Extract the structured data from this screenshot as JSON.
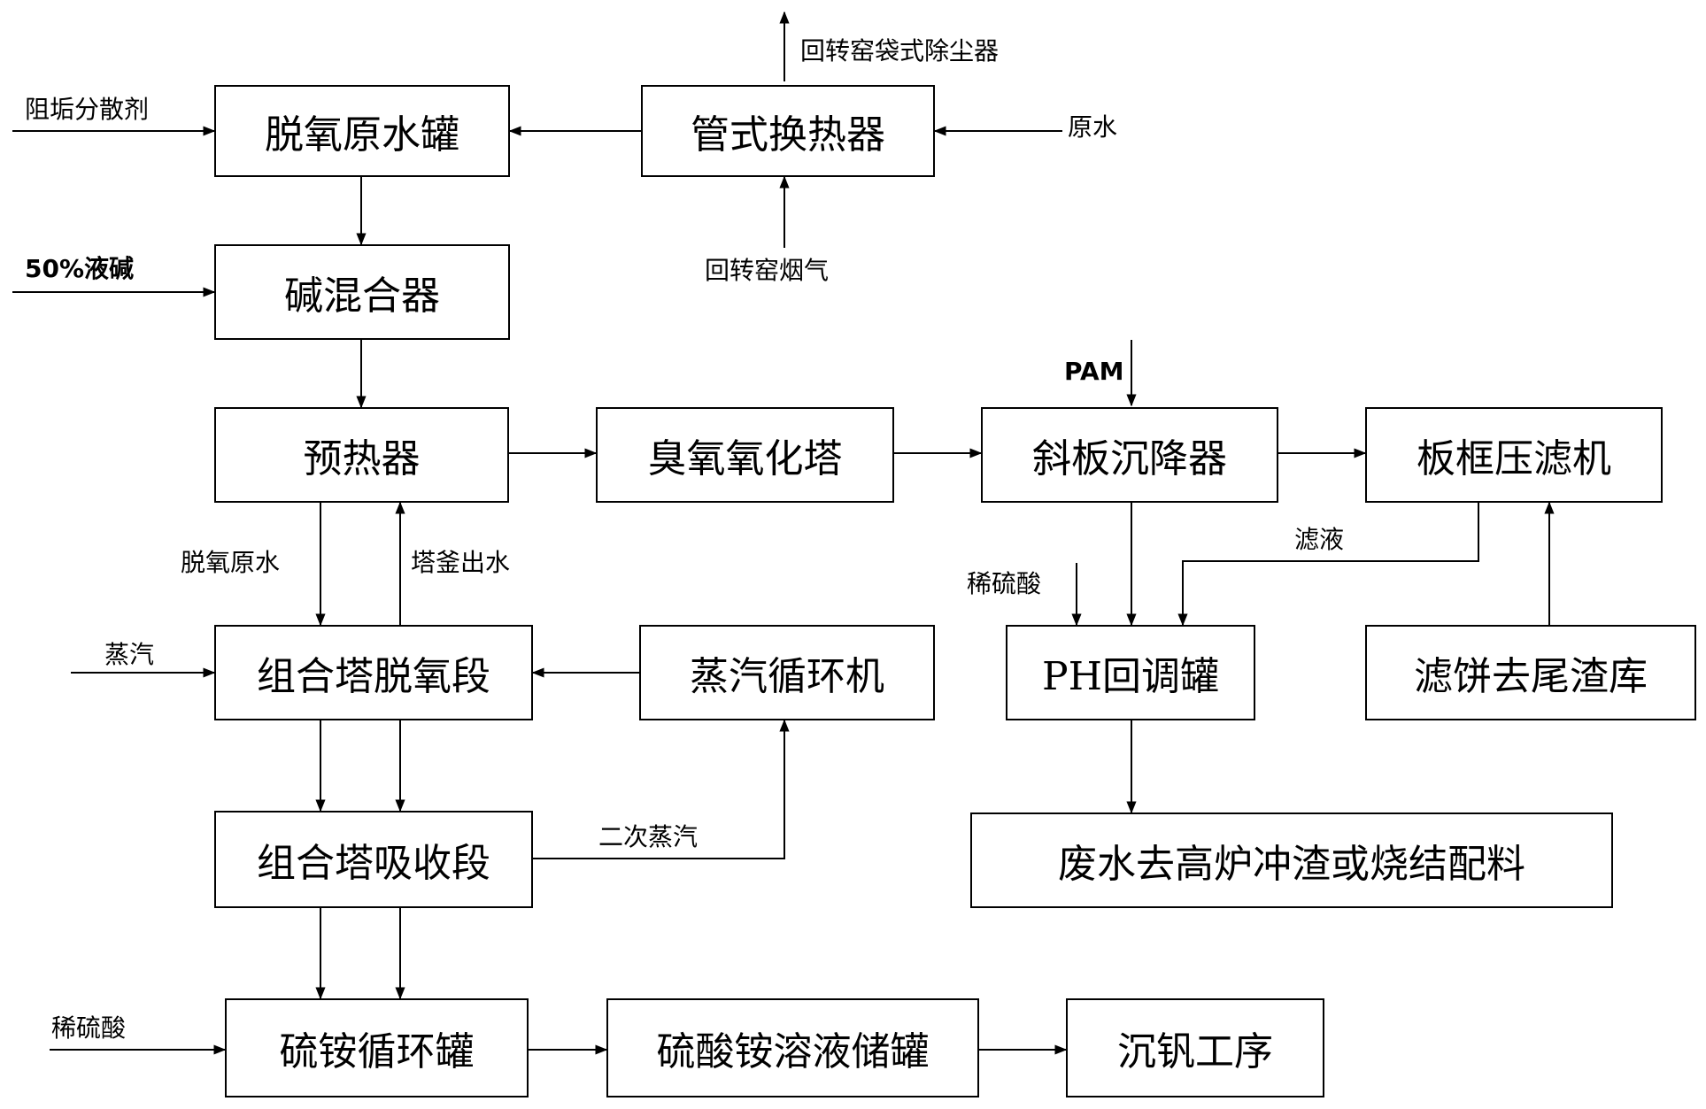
{
  "boxes": {
    "deox_raw_tank": "脱氧原水罐",
    "tube_heat_exchanger": "管式换热器",
    "alkali_mixer": "碱混合器",
    "preheater": "预热器",
    "ozone_tower": "臭氧氧化塔",
    "inclined_settler": "斜板沉降器",
    "filter_press": "板框压滤机",
    "combo_deox": "组合塔脱氧段",
    "steam_circulator": "蒸汽循环机",
    "ph_tank": "PH回调罐",
    "filter_cake": "滤饼去尾渣库",
    "combo_absorb": "组合塔吸收段",
    "wastewater": "废水去高炉冲渣或烧结配料",
    "ammonium_circ_tank": "硫铵循环罐",
    "ammonium_storage_tank": "硫酸铵溶液储罐",
    "vanadium_precip": "沉钒工序"
  },
  "labels": {
    "scale_inhibitor": "阻垢分散剂",
    "kiln_bag_filter": "回转窑袋式除尘器",
    "raw_water": "原水",
    "liquid_alkali": "50%液碱",
    "kiln_flue_gas": "回转窑烟气",
    "pam": "PAM",
    "deox_raw_water": "脱氧原水",
    "tower_bottom_water": "塔釜出水",
    "filtrate": "滤液",
    "dilute_acid_ph": "稀硫酸",
    "steam": "蒸汽",
    "secondary_steam": "二次蒸汽",
    "dilute_acid_circ": "稀硫酸"
  }
}
